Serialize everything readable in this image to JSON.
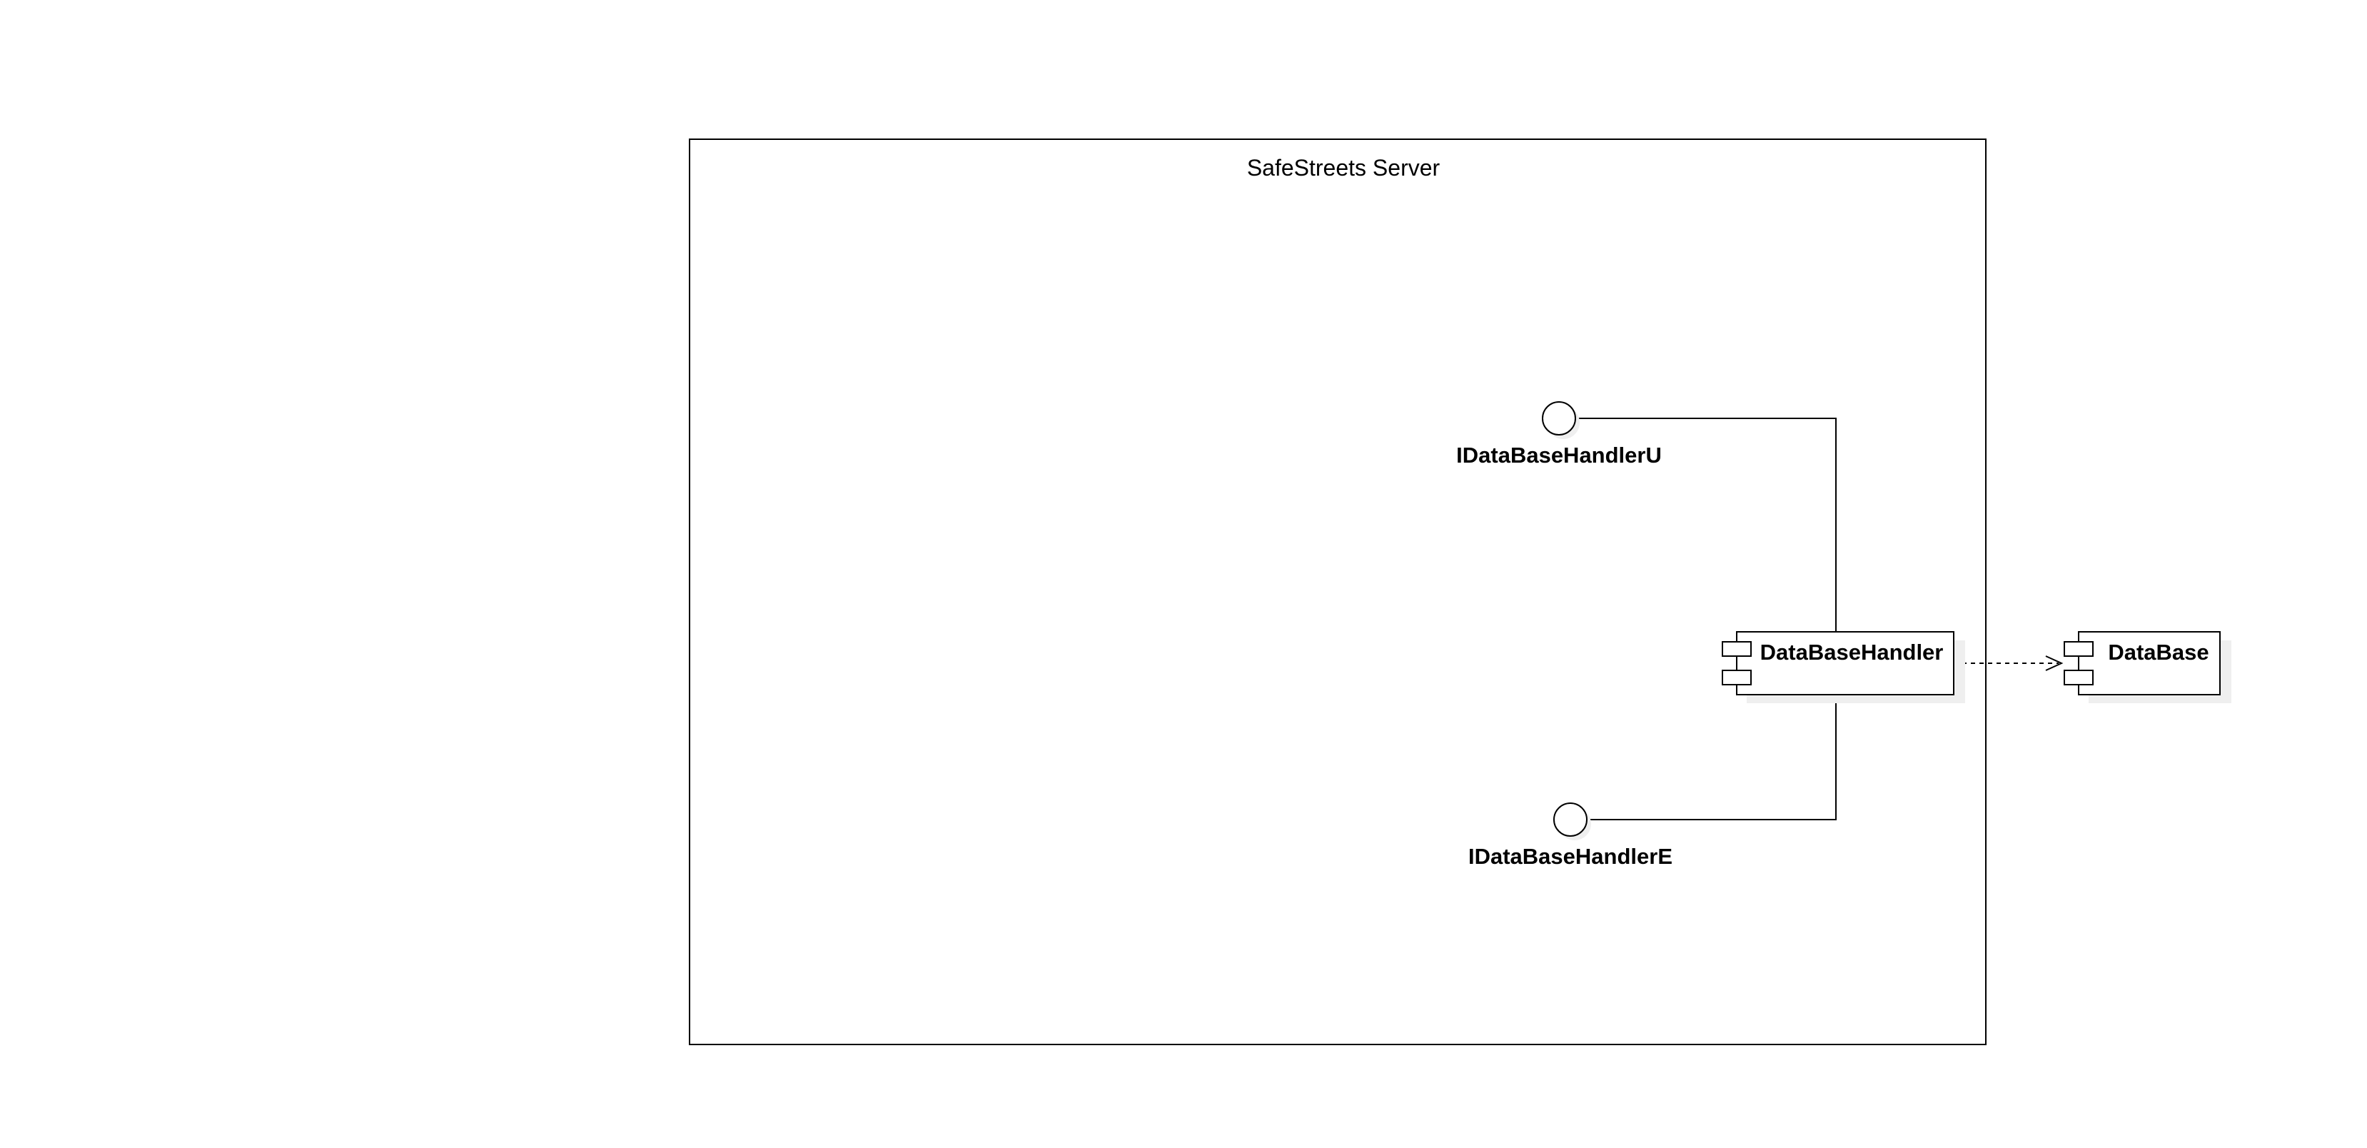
{
  "diagram": {
    "container": {
      "title": "SafeStreets Server"
    },
    "components": [
      {
        "id": "databasehandler",
        "label": "DataBaseHandler"
      },
      {
        "id": "database",
        "label": "DataBase"
      }
    ],
    "interfaces": [
      {
        "id": "idatabasehandleru",
        "label": "IDataBaseHandlerU"
      },
      {
        "id": "idatabasehandlere",
        "label": "IDataBaseHandlerE"
      }
    ],
    "connections": [
      {
        "from": "idatabasehandleru",
        "to": "databasehandler",
        "style": "solid"
      },
      {
        "from": "idatabasehandlere",
        "to": "databasehandler",
        "style": "solid"
      },
      {
        "from": "databasehandler",
        "to": "database",
        "style": "dashed",
        "arrow": "open"
      }
    ],
    "colors": {
      "stroke": "#000000",
      "fill": "#ffffff",
      "shadow": "#efefef",
      "background": "#ffffff"
    }
  }
}
